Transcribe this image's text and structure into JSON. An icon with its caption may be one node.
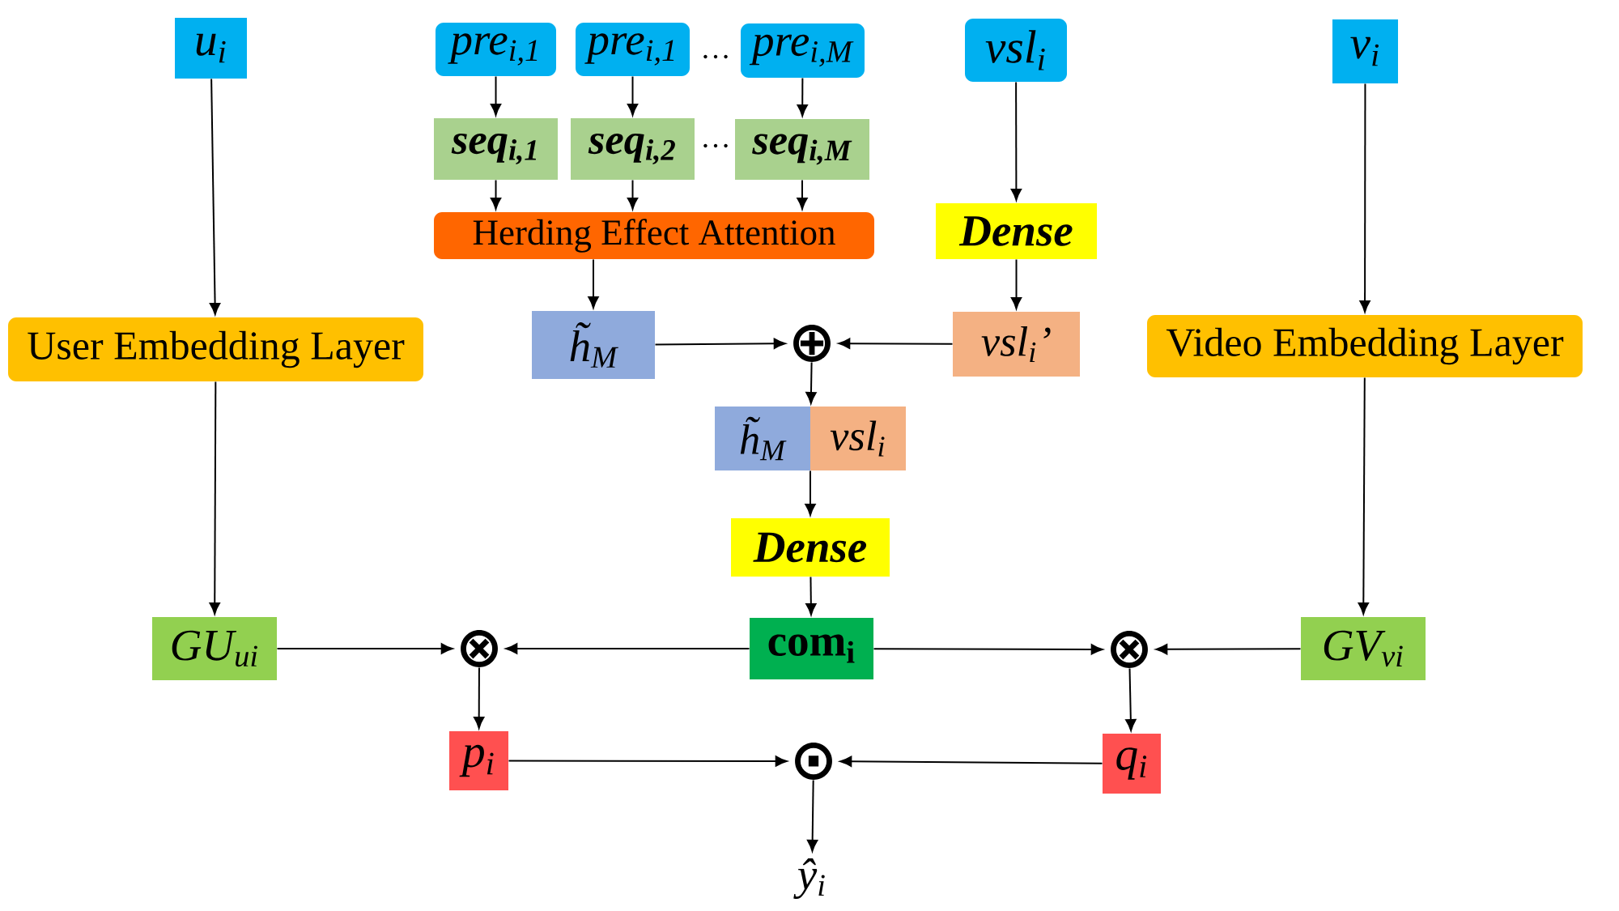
{
  "diagram": {
    "nodes": [
      {
        "text": [
          "u$_{i}$"
        ]
      },
      {
        "text": [
          "pre$_{i,1}$"
        ]
      },
      {
        "text": [
          "pre$_{i,1}$"
        ]
      },
      {
        "text": [
          "pre$_{i,M}$"
        ]
      },
      {
        "text": [
          "vsl$_{i}$"
        ]
      },
      {
        "text": [
          "v$_{i}$"
        ]
      },
      {
        "text": [
          "seq$_{i,1}$"
        ]
      },
      {
        "text": [
          "seq$_{i,2}$"
        ]
      },
      {
        "text": [
          "seq$_{i,M}$"
        ]
      },
      {
        "text": [
          "Herding Effect Attention"
        ]
      },
      {
        "text": [
          "Dense"
        ]
      },
      {
        "text": [
          "User Embedding Layer"
        ]
      },
      {
        "text": [
          "h̃$_{M}$"
        ]
      },
      {
        "text": [
          "⊕"
        ]
      },
      {
        "text": [
          "vsl$_{i}$’"
        ]
      },
      {
        "text": [
          "Video Embedding Layer"
        ]
      },
      {
        "text": [
          "h̃$_{M}$",
          "vsl$_{i}$"
        ]
      },
      {
        "text": [
          "Dense"
        ]
      },
      {
        "text": [
          "GU$_{ui}$"
        ]
      },
      {
        "text": [
          "⊗"
        ]
      },
      {
        "text": [
          "com$_{i}$"
        ]
      },
      {
        "text": [
          "⊗"
        ]
      },
      {
        "text": [
          "GV$_{vi}$"
        ]
      },
      {
        "text": [
          "p$_{i}$"
        ]
      },
      {
        "text": [
          "⊙"
        ]
      },
      {
        "text": [
          "q$_{i}$"
        ]
      },
      {
        "text": [
          "ŷ$_{i}$"
        ]
      }
    ],
    "edges": [
      {
        "from": 0,
        "to": 11,
        "arrow": "to"
      },
      {
        "from": 1,
        "to": 6,
        "arrow": "to"
      },
      {
        "from": 2,
        "to": 7,
        "arrow": "to"
      },
      {
        "from": 3,
        "to": 8,
        "arrow": "to"
      },
      {
        "from": 6,
        "to": 9,
        "arrow": "to"
      },
      {
        "from": 7,
        "to": 9,
        "arrow": "to"
      },
      {
        "from": 8,
        "to": 9,
        "arrow": "to"
      },
      {
        "from": 4,
        "to": 10,
        "arrow": "to"
      },
      {
        "from": 5,
        "to": 15,
        "arrow": "to"
      },
      {
        "from": 9,
        "to": 12,
        "arrow": "to"
      },
      {
        "from": 10,
        "to": 14,
        "arrow": "to"
      },
      {
        "from": 12,
        "to": 13,
        "arrow": "to"
      },
      {
        "from": 14,
        "to": 13,
        "arrow": "to"
      },
      {
        "from": 13,
        "to": 16,
        "arrow": "to"
      },
      {
        "from": 11,
        "to": 18,
        "arrow": "to"
      },
      {
        "from": 15,
        "to": 22,
        "arrow": "to"
      },
      {
        "from": 16,
        "to": 17,
        "arrow": "to"
      },
      {
        "from": 17,
        "to": 20,
        "arrow": "to"
      },
      {
        "from": 18,
        "to": 19,
        "arrow": "to"
      },
      {
        "from": 20,
        "to": 19,
        "arrow": "to"
      },
      {
        "from": 20,
        "to": 21,
        "arrow": "to"
      },
      {
        "from": 22,
        "to": 21,
        "arrow": "to"
      },
      {
        "from": 19,
        "to": 23,
        "arrow": "to"
      },
      {
        "from": 21,
        "to": 25,
        "arrow": "to"
      },
      {
        "from": 23,
        "to": 24,
        "arrow": "to"
      },
      {
        "from": 25,
        "to": 24,
        "arrow": "to"
      },
      {
        "from": 24,
        "to": 26,
        "arrow": "to"
      }
    ],
    "labels": [
      "…",
      "…"
    ]
  }
}
